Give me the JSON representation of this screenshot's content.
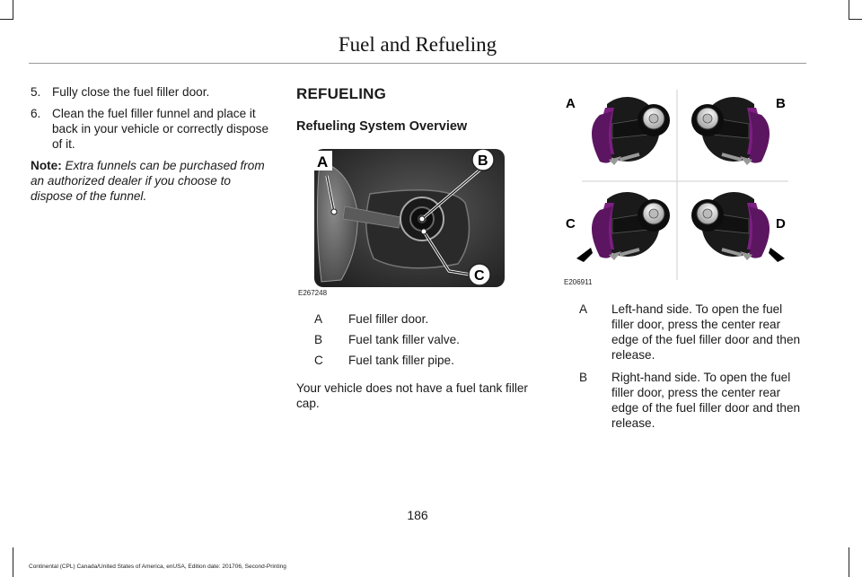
{
  "header": {
    "title": "Fuel and Refueling"
  },
  "left_column": {
    "steps": [
      {
        "num": "5.",
        "text": "Fully close the fuel filler door."
      },
      {
        "num": "6.",
        "text": "Clean the fuel filler funnel and place it back in your vehicle or correctly dispose of it."
      }
    ],
    "note_label": "Note:",
    "note_text": "Extra funnels can be purchased from an authorized dealer if you choose to dispose of the funnel."
  },
  "middle_column": {
    "heading": "REFUELING",
    "subheading": "Refueling System Overview",
    "figure": {
      "code": "E267248",
      "labels": [
        "A",
        "B",
        "C"
      ]
    },
    "callouts": [
      {
        "key": "A",
        "text": "Fuel filler door."
      },
      {
        "key": "B",
        "text": "Fuel tank filler valve."
      },
      {
        "key": "C",
        "text": "Fuel tank filler pipe."
      }
    ],
    "body": "Your vehicle does not have a fuel tank filler cap."
  },
  "right_column": {
    "figure": {
      "code": "E206911",
      "labels": [
        "A",
        "B",
        "C",
        "D"
      ]
    },
    "items": [
      {
        "key": "A",
        "text": "Left-hand side. To open the fuel filler door, press the center rear edge of the fuel filler door and then release."
      },
      {
        "key": "B",
        "text": "Right-hand side. To open the fuel filler door, press the center rear edge of the fuel filler door and then release."
      }
    ]
  },
  "page_number": "186",
  "footer": "Continental (CPL) Canada/United States of America, enUSA, Edition date: 201706, Second-Printing",
  "colors": {
    "accent_purple": "#7b1f80",
    "rule_gray": "#9a9a9a"
  }
}
